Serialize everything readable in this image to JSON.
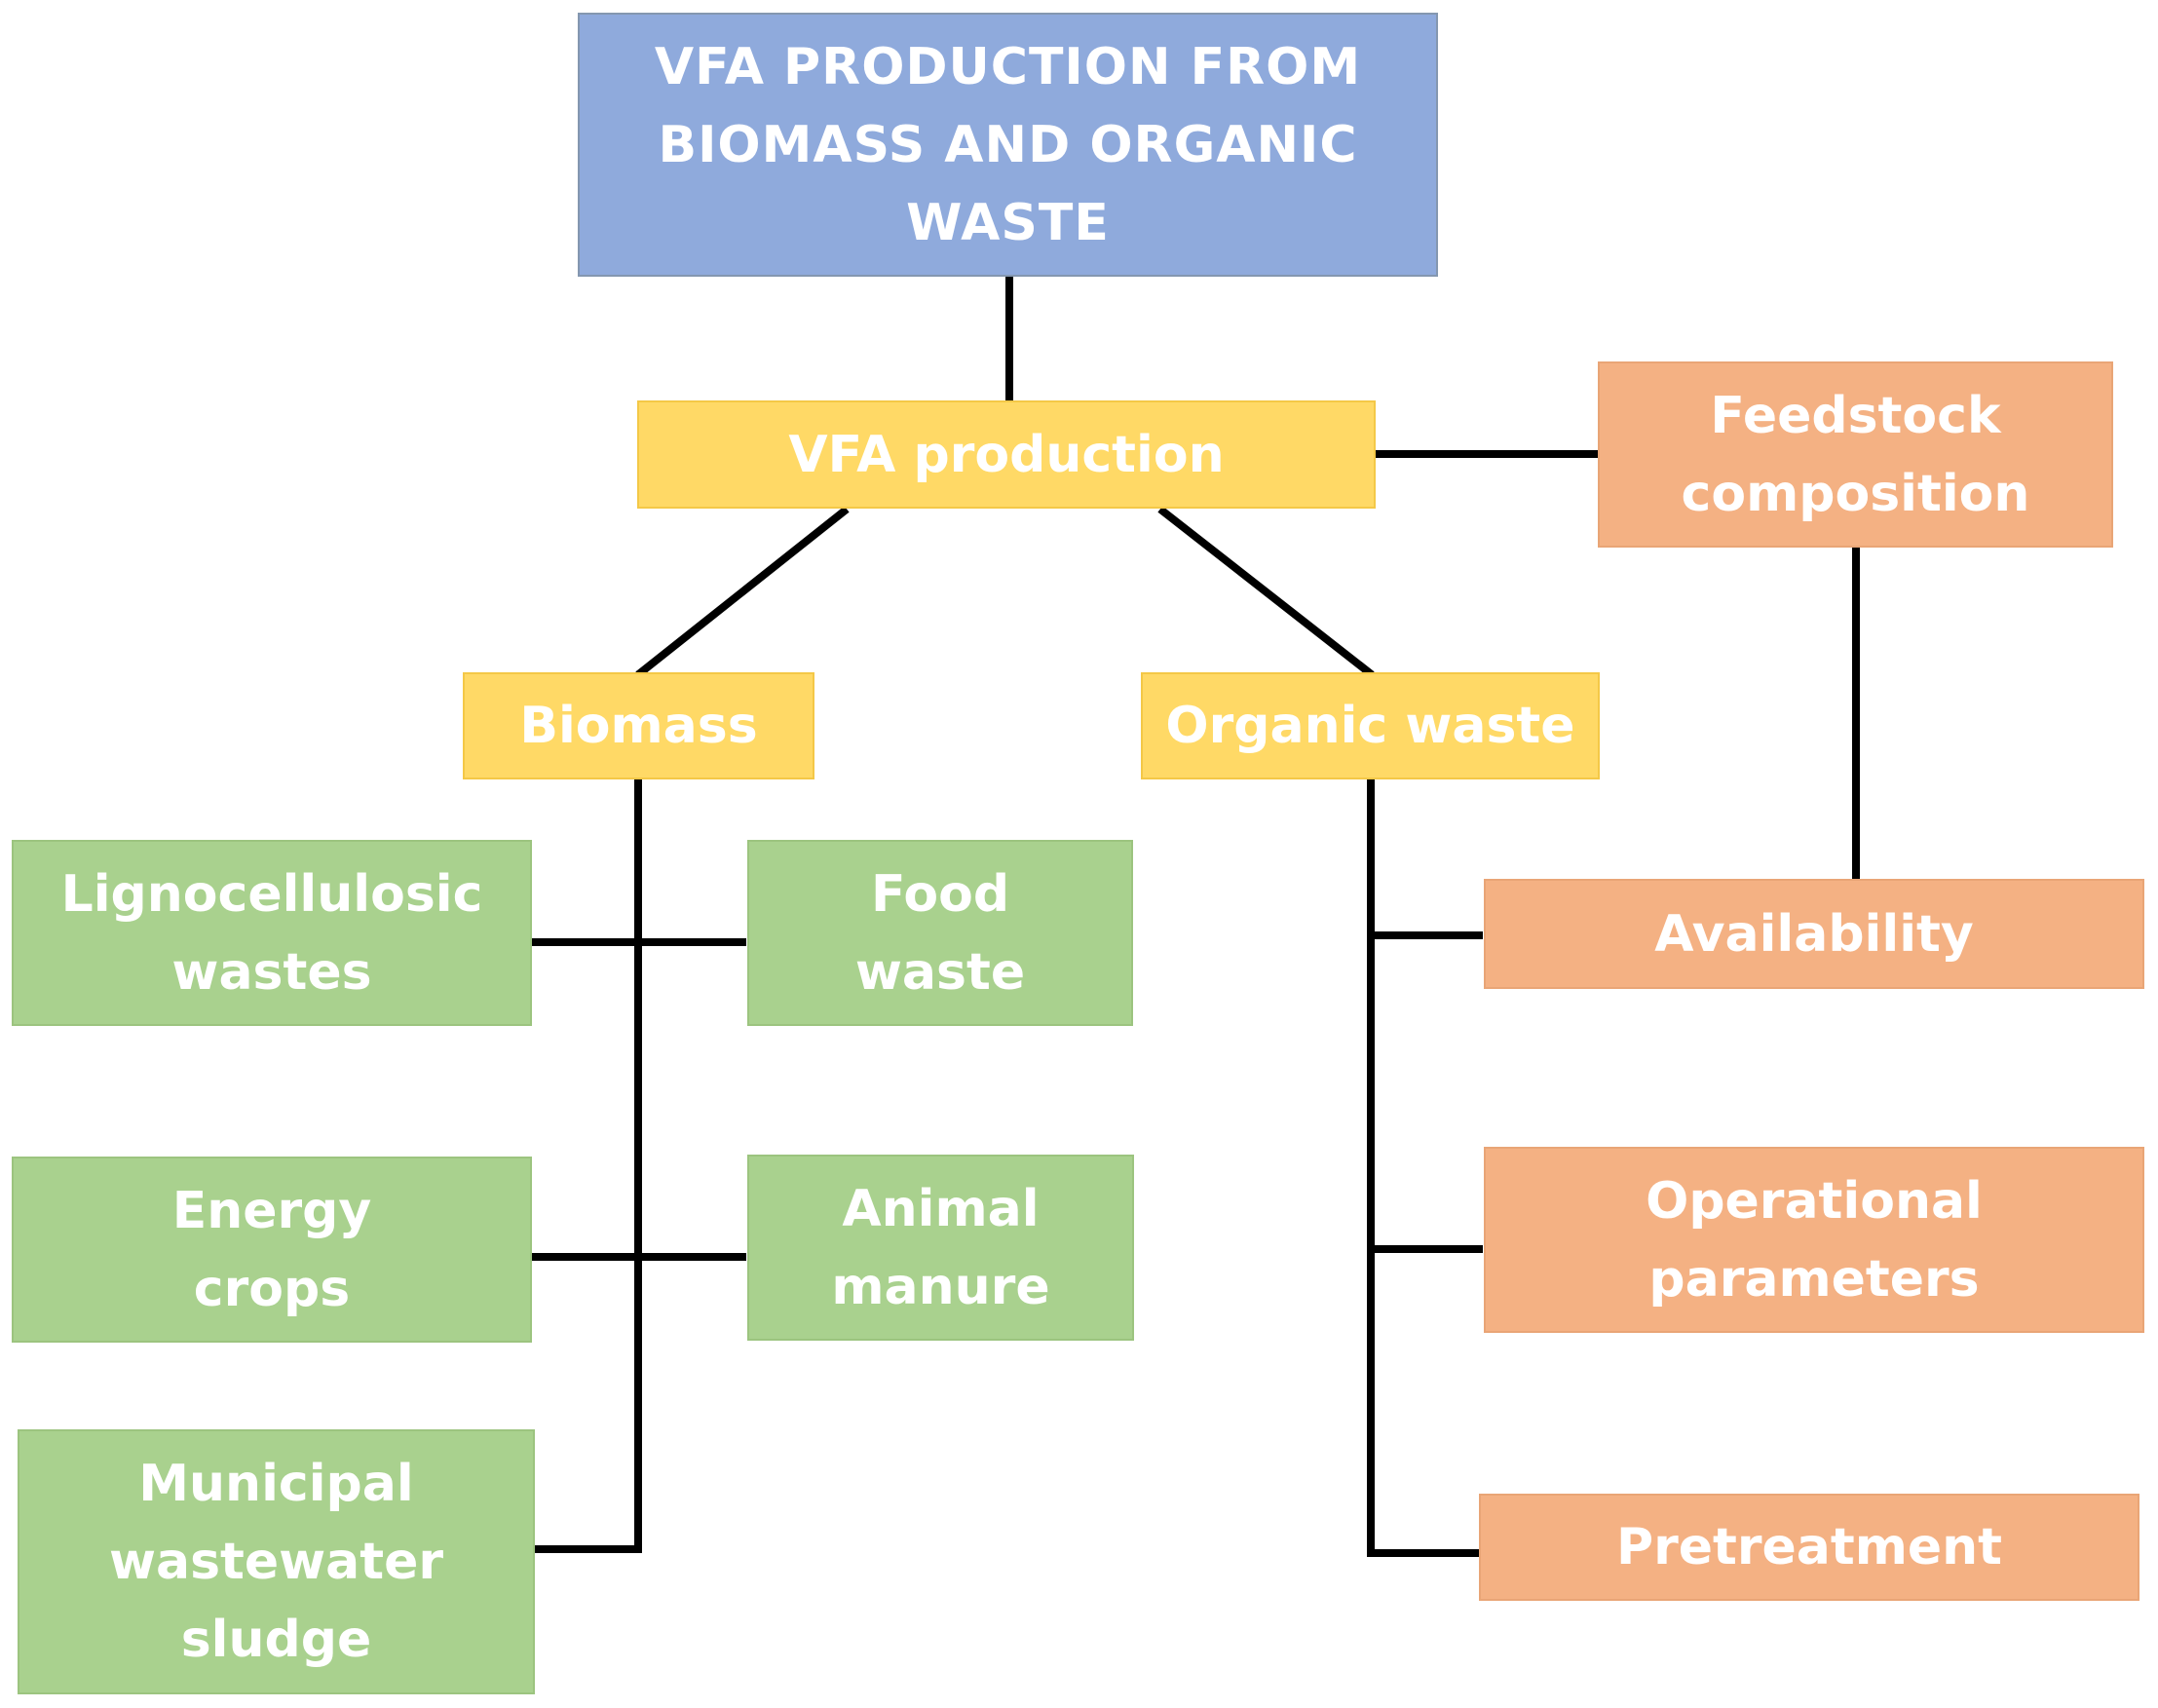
{
  "title": "VFA PRODUCTION FROM\nBIOMASS AND ORGANIC\nWASTE",
  "vfa_production": "VFA production",
  "feedstock_composition": "Feedstock\ncomposition",
  "biomass": "Biomass",
  "organic_waste": "Organic waste",
  "biomass_sources": {
    "lignocellulosic": "Lignocellulosic\nwastes",
    "energy_crops": "Energy\ncrops",
    "municipal_sludge": "Municipal\nwastewater\nsludge"
  },
  "waste_sources": {
    "food_waste": "Food\nwaste",
    "animal_manure": "Animal\nmanure"
  },
  "factors": {
    "availability": "Availability",
    "operational_parameters": "Operational\nparameters",
    "pretreatment": "Pretreatment"
  },
  "colors": {
    "title_box": "#8faadc",
    "level_box": "#ffd966",
    "source_box": "#a9d18e",
    "factor_box": "#f4b183",
    "connector": "#000000"
  }
}
